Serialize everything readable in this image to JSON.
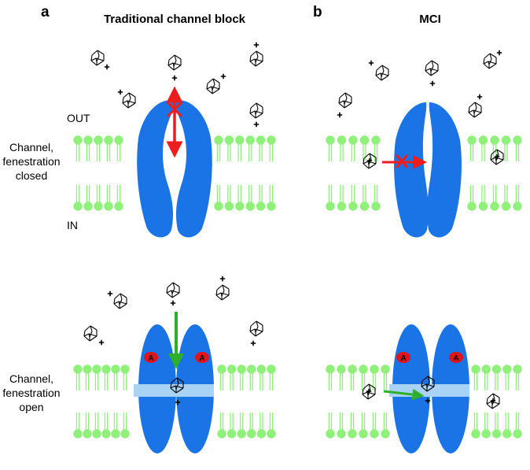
{
  "panels": [
    {
      "letter": "a",
      "title": "Traditional channel block"
    },
    {
      "letter": "b",
      "title": "MCI"
    }
  ],
  "labels": {
    "out": "OUT",
    "in": "IN",
    "row_closed": [
      "Channel,",
      "fenestration",
      "closed"
    ],
    "row_open": [
      "Channel,",
      "fenestration",
      "open"
    ],
    "binding_site": "A"
  },
  "colors": {
    "membrane": "#8ff07a",
    "channel": "#1a74e6",
    "fenestration": "#a9d3f5",
    "blocked_arrow": "#ee1d1d",
    "permitted_arrow": "#2fb02a",
    "binding_site": "#e0141b",
    "drug": "#000000"
  },
  "icons": {
    "drug": "adamantane-drug-icon",
    "blocked": "cross-mark-icon",
    "binding_site": "binding-site-icon"
  }
}
